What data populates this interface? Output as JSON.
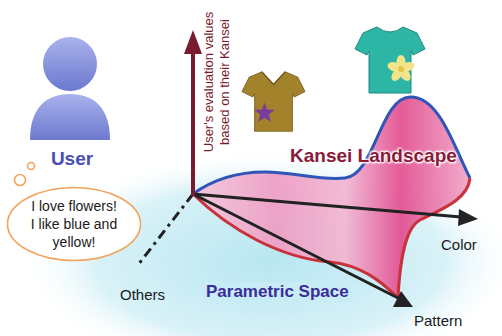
{
  "diagram": {
    "nodes": [
      {
        "text": [
          "I love flowers! I like blue and yellow!"
        ]
      }
    ],
    "labels": [
      "User",
      "User's evaluation values based on their Kansei",
      "Kansei Landscape",
      "Color",
      "Others",
      "Parametric Space",
      "Pattern"
    ]
  }
}
